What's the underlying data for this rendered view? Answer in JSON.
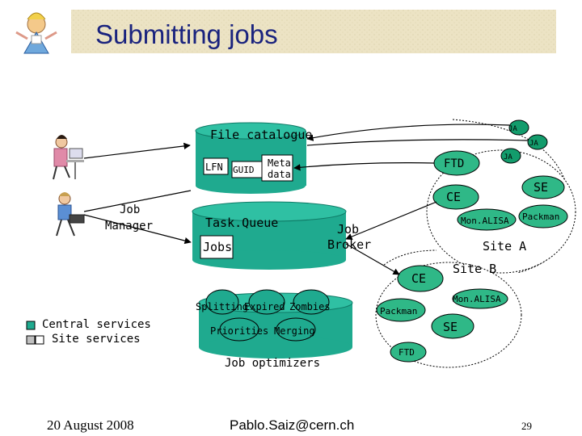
{
  "title": "Submitting jobs",
  "colors": {
    "title_text": "#1a237e",
    "title_band": "#ece3c4",
    "cylinder": "#1faa8f",
    "cylinder_top": "#2fc0a3",
    "ellipse_site": "#139c6c",
    "ellipse_site_light": "#2fb887",
    "central_swatch": "#1faa8f",
    "site_swatch": "#c0c0c0"
  },
  "labels": {
    "file_catalogue": "File catalogue",
    "lfn": "LFN",
    "guid": "GUID",
    "meta": "Meta",
    "data": "data",
    "task_queue": "Task.Queue",
    "jobs": "Jobs",
    "job_broker_1": "Job",
    "job_broker_2": "Broker",
    "job_manager_1": "Job",
    "job_manager_2": "Manager",
    "splitting": "Splitting",
    "expired": "Expired",
    "zombies": "Zombies",
    "priorities": "Priorities",
    "merging": "Merging",
    "job_optimizers": "Job optimizers",
    "ja_1": "JA",
    "ja_2": "JA",
    "ja_3": "JA",
    "ftd_a": "FTD",
    "se_a": "SE",
    "ce_a": "CE",
    "monalisa_a": "Mon.ALISA",
    "packman_a": "Packman",
    "site_a": "Site A",
    "ce_b": "CE",
    "site_b": "Site B",
    "monalisa_b": "Mon.ALISA",
    "packman_b": "Packman",
    "se_b": "SE",
    "ftd_b": "FTD"
  },
  "legend": {
    "central": "Central services",
    "site": "Site services"
  },
  "footer": {
    "date": "20 August 2008",
    "email": "Pablo.Saiz@cern.ch",
    "page": "29"
  },
  "icons": {
    "mascot": "alice-icon",
    "user1": "person-at-computer-icon",
    "user2": "person-with-laptop-icon"
  }
}
